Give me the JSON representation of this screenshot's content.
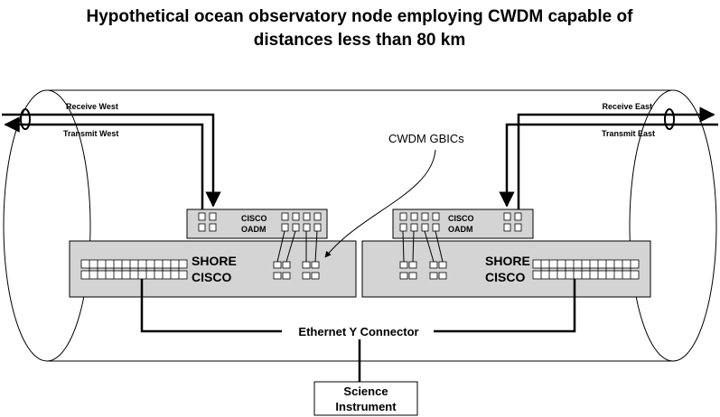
{
  "title": {
    "line1": "Hypothetical ocean observatory node employing CWDM capable of",
    "line2": "distances less than 80 km"
  },
  "labels": {
    "receive_west": "Receive West",
    "transmit_west": "Transmit West",
    "receive_east": "Receive East",
    "transmit_east": "Transmit East",
    "cwdm_gbics": "CWDM GBICs",
    "ethernet_y": "Ethernet Y Connector",
    "science_line1": "Science",
    "science_line2": "Instrument"
  },
  "oadm_west": {
    "brand": "CISCO",
    "model": "OADM"
  },
  "oadm_east": {
    "brand": "CISCO",
    "model": "OADM"
  },
  "switch_west": {
    "line1": "SHORE",
    "line2": "CISCO"
  },
  "switch_east": {
    "line1": "SHORE",
    "line2": "CISCO"
  },
  "colors": {
    "line": "#000000",
    "box_fill": "#d4d4d4",
    "background": "#ffffff"
  }
}
